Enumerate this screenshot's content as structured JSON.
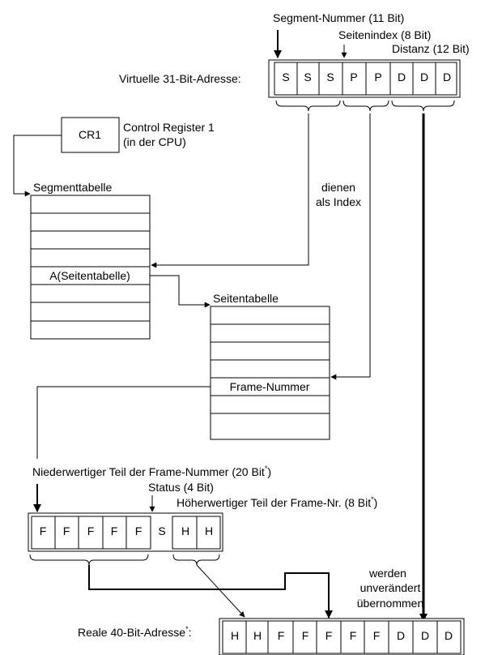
{
  "virtual_address": {
    "label": "Virtuelle 31-Bit-Adresse:",
    "cells": [
      "S",
      "S",
      "S",
      "P",
      "P",
      "D",
      "D",
      "D"
    ],
    "segment_label": "Segment-Nummer (11 Bit)",
    "page_index_label": "Seitenindex (8 Bit)",
    "offset_label": "Distanz (12 Bit)"
  },
  "control_register": {
    "name": "CR1",
    "desc_line1": "Control Register 1",
    "desc_line2": "(in der CPU)"
  },
  "index_note": {
    "line1": "dienen",
    "line2": "als Index"
  },
  "segment_table": {
    "title": "Segmenttabelle",
    "entry": "A(Seitentabelle)"
  },
  "page_table": {
    "title": "Seitentabelle",
    "entry": "Frame-Nummer"
  },
  "frame_number": {
    "cells": [
      "F",
      "F",
      "F",
      "F",
      "F",
      "S",
      "H",
      "H"
    ],
    "low_label": "Niederwertiger Teil der Frame-Nummer (20 Bit",
    "low_label_sup": "*",
    "low_label_end": ")",
    "status_label": "Status (4 Bit)",
    "high_label": "Höherwertiger Teil der Frame-Nr. (8 Bit",
    "high_label_sup": "*",
    "high_label_end": ")"
  },
  "unchanged_note": {
    "line1": "werden",
    "line2": "unverändert",
    "line3": "übernommen"
  },
  "real_address": {
    "label": "Reale 40-Bit-Adresse",
    "label_sup": "*",
    "label_end": ":",
    "cells": [
      "H",
      "H",
      "F",
      "F",
      "F",
      "F",
      "F",
      "D",
      "D",
      "D"
    ]
  }
}
